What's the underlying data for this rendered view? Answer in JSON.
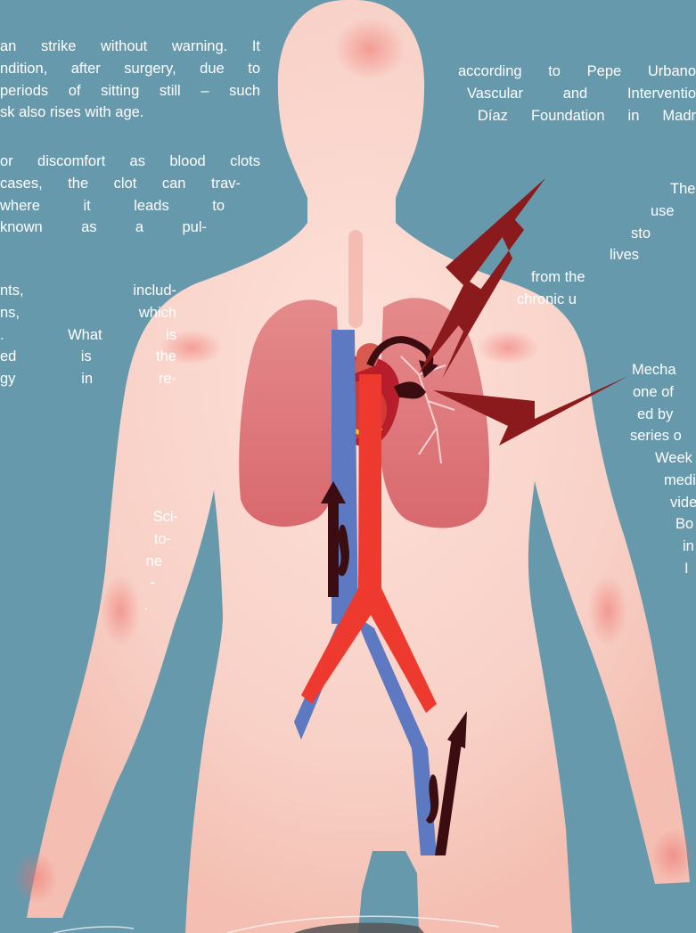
{
  "left_text": {
    "block1": [
      "an strike without warning. It",
      "ndition, after surgery, due to",
      "periods of sitting still – such",
      "sk also rises with age."
    ],
    "block2": [
      "or discomfort as blood clots",
      "cases, the clot can trav-",
      "where it leads to",
      "known as a pul-"
    ],
    "block3": [
      "nts, includ-",
      "ns, which",
      ". What is",
      "ed is the",
      "gy in re-"
    ],
    "block4": [
      "Sci-",
      "to-",
      "ne",
      "-",
      "."
    ]
  },
  "right_text": {
    "block1": [
      "according to Pepe Urbano",
      "Vascular and Interventio",
      "Díaz Foundation in Madr"
    ],
    "block2": [
      "The",
      "use",
      "sto",
      "lives",
      "from the",
      "chronic u"
    ],
    "block3": [
      "Mecha",
      "one of",
      "ed by",
      "series o",
      "Week",
      "medi",
      "vide",
      "Bo",
      "in",
      "I"
    ]
  },
  "colors": {
    "background": "#6799ac",
    "skin": "#f6c7bd",
    "lungs": "#e07f82",
    "vein": "#5d79c2",
    "artery": "#ee3a2e",
    "arrow": "#3b0c10",
    "lightning": "#8b1a1c"
  }
}
